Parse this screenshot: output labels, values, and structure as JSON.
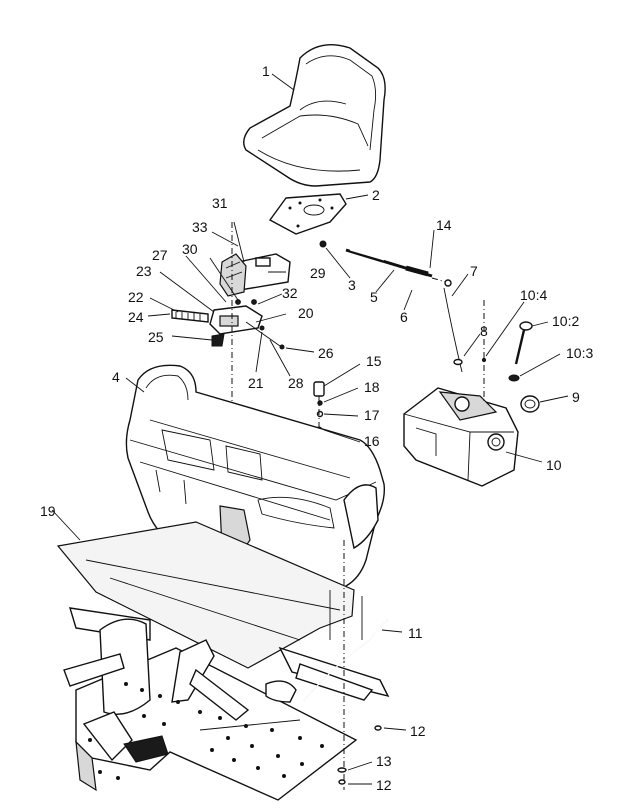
{
  "callouts": {
    "c1": "1",
    "c2": "2",
    "c3": "3",
    "c4": "4",
    "c5": "5",
    "c6": "6",
    "c7": "7",
    "c8": "8",
    "c9": "9",
    "c10": "10",
    "c10_2": "10:2",
    "c10_3": "10:3",
    "c10_4": "10:4",
    "c11": "11",
    "c12a": "12",
    "c12b": "12",
    "c13": "13",
    "c14": "14",
    "c15": "15",
    "c16": "16",
    "c17": "17",
    "c18": "18",
    "c19": "19",
    "c20": "20",
    "c21": "21",
    "c22": "22",
    "c23": "23",
    "c24": "24",
    "c25": "25",
    "c26": "26",
    "c27": "27",
    "c28": "28",
    "c29": "29",
    "c30": "30",
    "c31": "31",
    "c32": "32",
    "c33": "33"
  }
}
